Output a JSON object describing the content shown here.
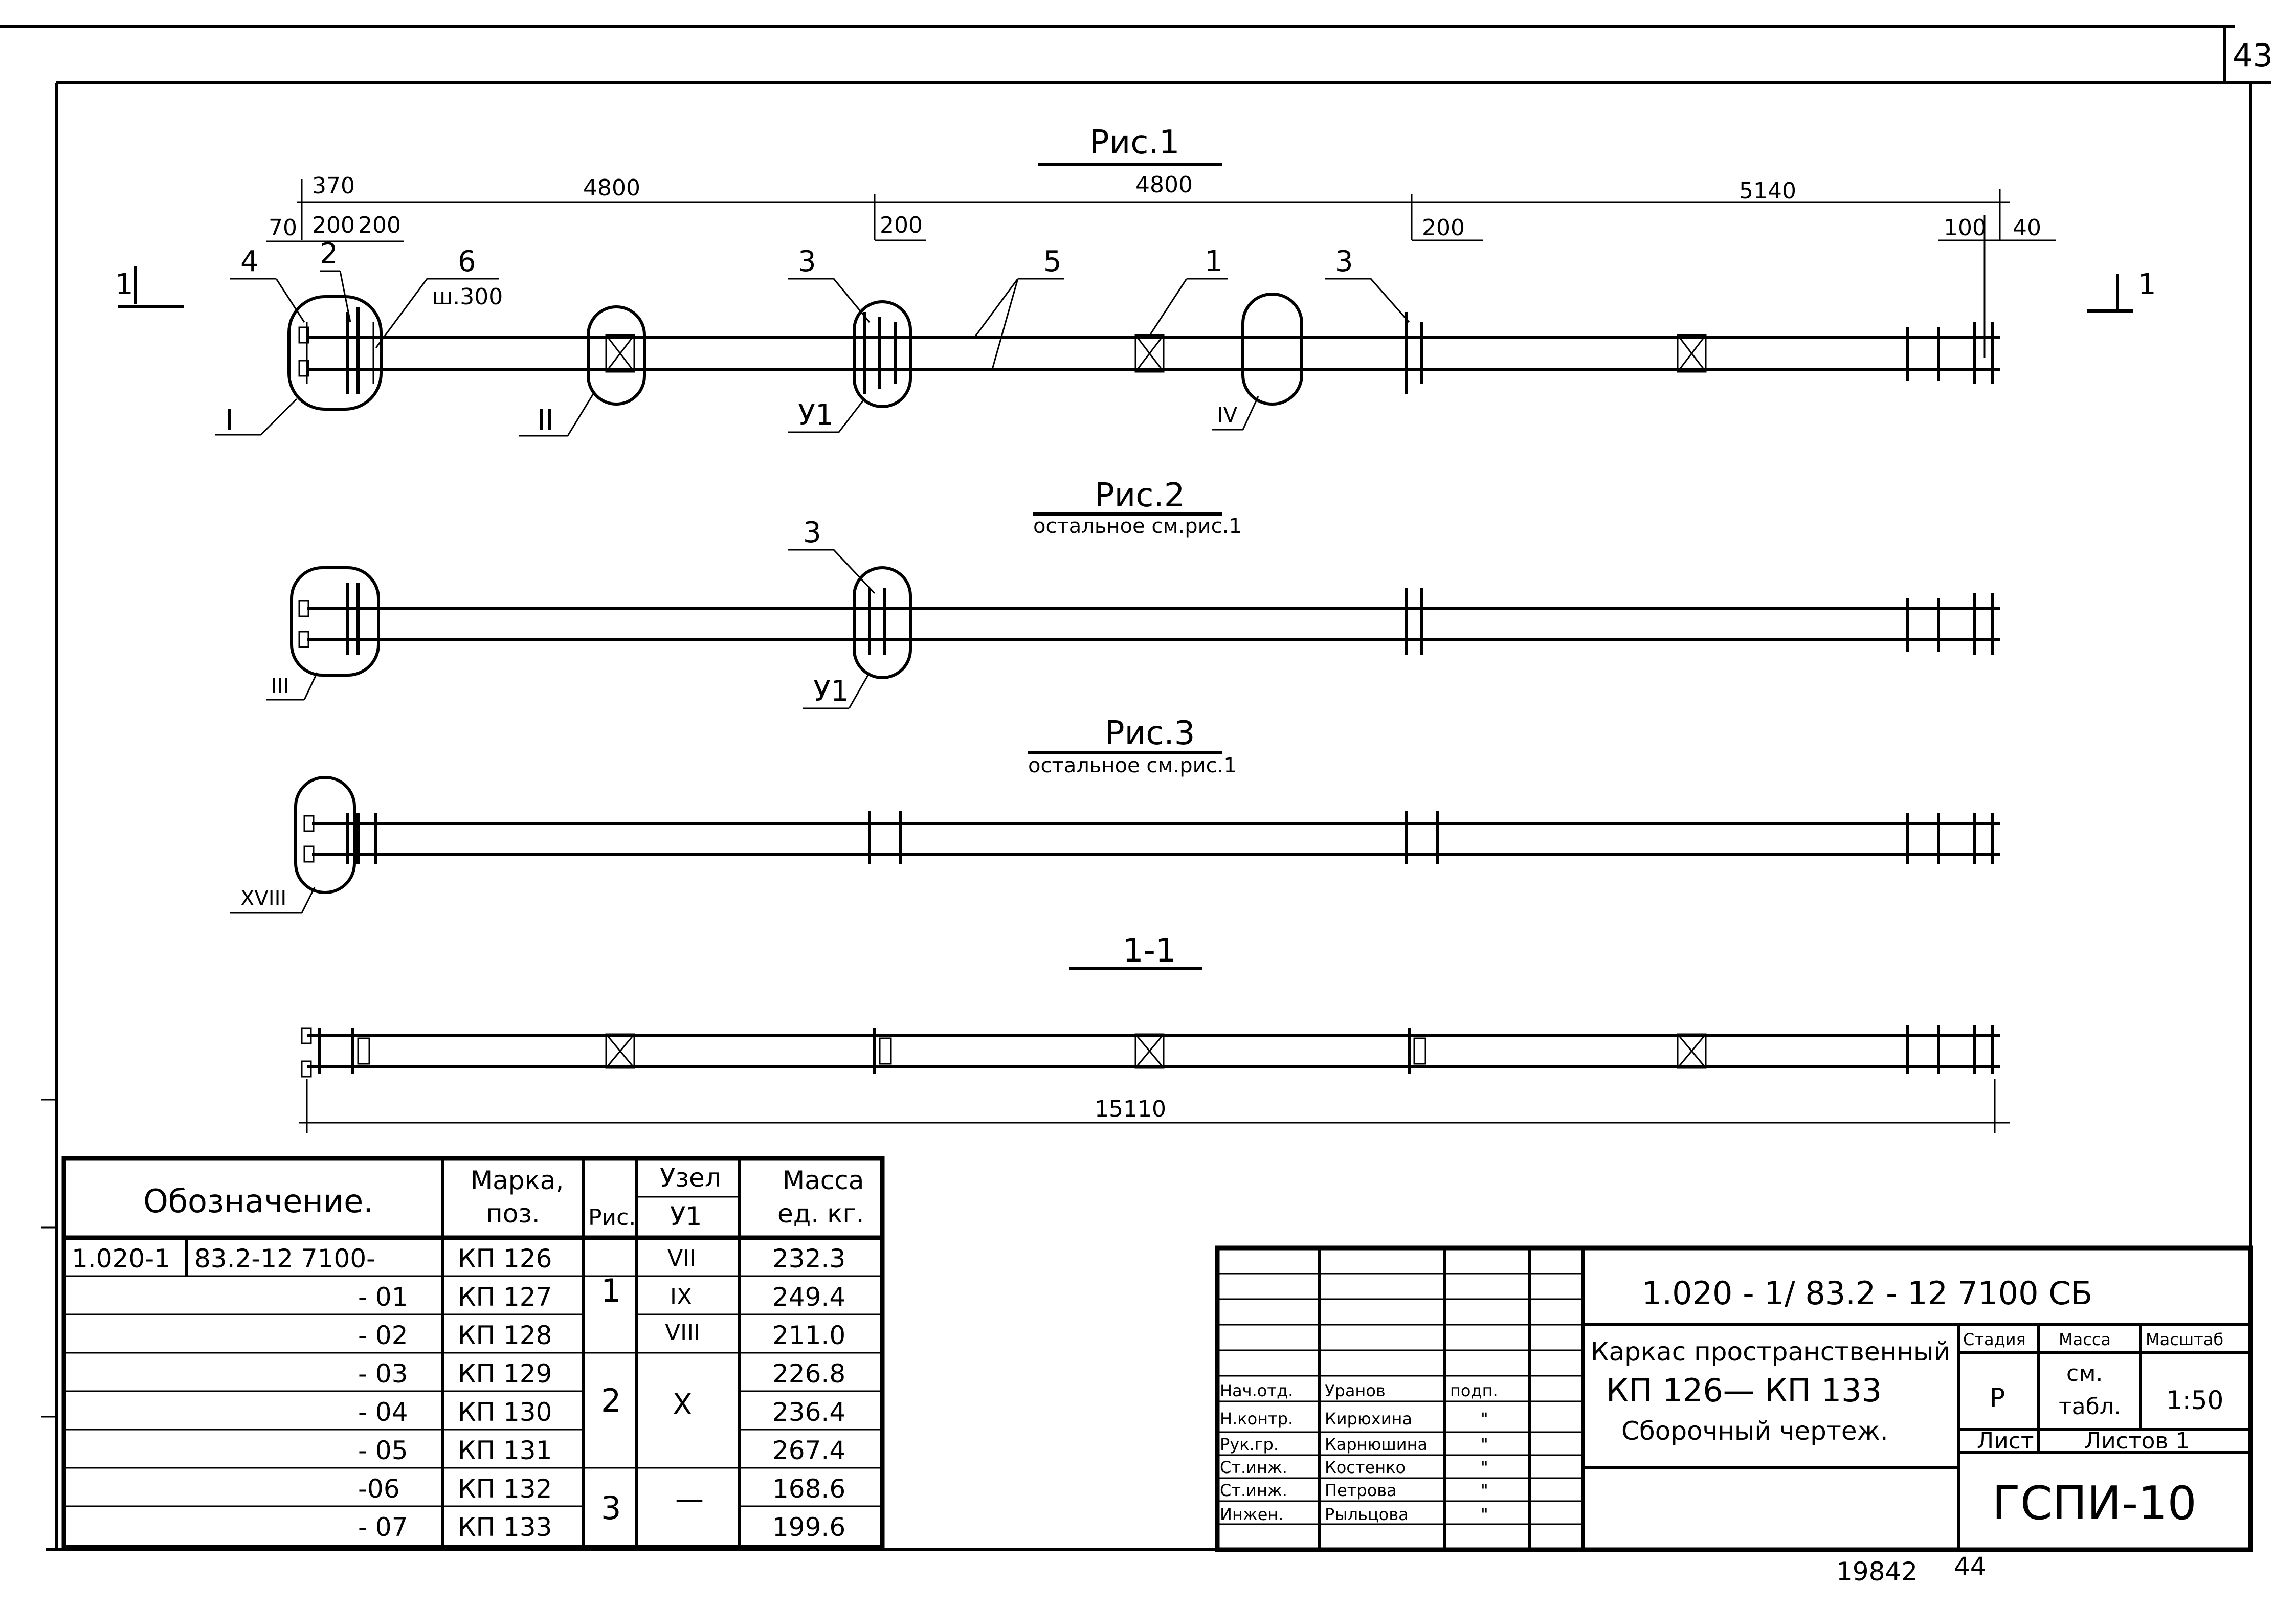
{
  "sheet_number": "43",
  "figures": {
    "fig1": {
      "title": "Рис.1",
      "dims_top": [
        "370",
        "4800",
        "4800",
        "5140"
      ],
      "dims_small": [
        "70",
        "200",
        "200",
        "200",
        "200",
        "100",
        "40"
      ],
      "callouts": [
        "4",
        "2",
        "6",
        "ш.300",
        "3",
        "5",
        "1",
        "3"
      ],
      "section_mark": "1",
      "node_labels": [
        "I",
        "II",
        "У1",
        "IV"
      ]
    },
    "fig2": {
      "title": "Рис.2",
      "subtitle": "остальное см.рис.1",
      "callouts": [
        "3"
      ],
      "node_labels": [
        "III",
        "У1"
      ]
    },
    "fig3": {
      "title": "Рис.3",
      "subtitle": "остальное см.рис.1",
      "node_labels": [
        "XVIII"
      ]
    },
    "section": {
      "title": "1-1",
      "dim_total": "15110"
    }
  },
  "spec_table": {
    "headers": {
      "designation": "Обозначение.",
      "mark_line1": "Марка,",
      "mark_line2": "поз.",
      "fig": "Рис.",
      "node_line1": "Узел",
      "node_line2": "У1",
      "mass_line1": "Масса",
      "mass_line2": "ед. кг."
    },
    "rows": [
      {
        "des_a": "1.020-1",
        "des_b": "83.2-12 7100-",
        "mark": "КП 126",
        "mass": "232.3"
      },
      {
        "des_a": "",
        "des_b": "- 01",
        "mark": "КП 127",
        "mass": "249.4"
      },
      {
        "des_a": "",
        "des_b": "- 02",
        "mark": "КП 128",
        "mass": "211.0"
      },
      {
        "des_a": "",
        "des_b": "- 03",
        "mark": "КП 129",
        "mass": "226.8"
      },
      {
        "des_a": "",
        "des_b": "- 04",
        "mark": "КП 130",
        "mass": "236.4"
      },
      {
        "des_a": "",
        "des_b": "- 05",
        "mark": "КП 131",
        "mass": "267.4"
      },
      {
        "des_a": "",
        "des_b": "-06",
        "mark": "КП 132",
        "mass": "168.6"
      },
      {
        "des_a": "",
        "des_b": "- 07",
        "mark": "КП 133",
        "mass": "199.6"
      }
    ],
    "fig_groups": [
      "1",
      "2",
      "3"
    ],
    "node_values": [
      "VII",
      "IX",
      "VIII",
      "X",
      "—"
    ]
  },
  "title_block": {
    "doc_code": "1.020 - 1/ 83.2 - 12  7100 СБ",
    "name_line1": "Каркас пространственный",
    "name_line2": "КП 126— КП 133",
    "name_line3": "Сборочный чертеж.",
    "stage_label": "Стадия",
    "mass_label": "Масса",
    "scale_label": "Масштаб",
    "stage_value": "Р",
    "mass_value_line1": "см.",
    "mass_value_line2": "табл.",
    "scale_value": "1:50",
    "sheet_label": "Лист",
    "sheets_label": "Листов 1",
    "org": "ГСПИ-10",
    "signatures": [
      {
        "role": "Нач.отд.",
        "name": "Уранов",
        "sign": "подп."
      },
      {
        "role": "Н.контр.",
        "name": "Кирюхина",
        "sign": "\""
      },
      {
        "role": "Рук.гр.",
        "name": "Карнюшина",
        "sign": "\""
      },
      {
        "role": "Ст.инж.",
        "name": "Костенко",
        "sign": "\""
      },
      {
        "role": "Ст.инж.",
        "name": "Петрова",
        "sign": "\""
      },
      {
        "role": "Инжен.",
        "name": "Рыльцова",
        "sign": "\""
      }
    ]
  },
  "footer": {
    "archive_no": "19842",
    "page": "44"
  }
}
